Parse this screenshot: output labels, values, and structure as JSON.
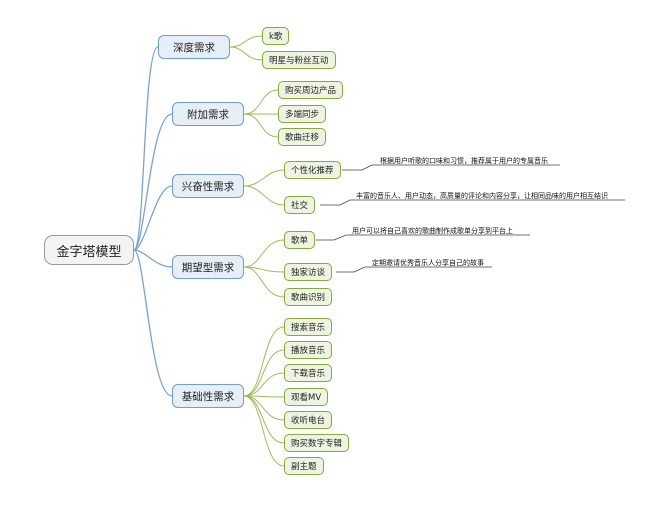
{
  "root": "金字塔模型",
  "branches": [
    {
      "label": "深度需求",
      "items": [
        "k歌",
        "明星与粉丝互动"
      ],
      "notes": [
        "",
        ""
      ]
    },
    {
      "label": "附加需求",
      "items": [
        "购买周边产品",
        "多端同步",
        "歌曲迁移"
      ],
      "notes": [
        "",
        "",
        ""
      ]
    },
    {
      "label": "兴奋性需求",
      "items": [
        "个性化推荐",
        "社交"
      ],
      "notes": [
        "根据用户听歌的口味和习惯，推荐属于用户的专属音乐",
        "丰富的音乐人、用户动态，高质量的评论和内容分享，让相同品味的用户相互结识"
      ]
    },
    {
      "label": "期望型需求",
      "items": [
        "歌单",
        "独家访谈",
        "歌曲识别"
      ],
      "notes": [
        "用户可以将自己喜欢的歌曲制作成歌单分享到平台上",
        "定期邀请优秀音乐人分享自己的故事",
        ""
      ]
    },
    {
      "label": "基础性需求",
      "items": [
        "搜索音乐",
        "播放音乐",
        "下载音乐",
        "观看MV",
        "收听电台",
        "购买数字专辑",
        "副主题"
      ],
      "notes": [
        "",
        "",
        "",
        "",
        "",
        "",
        ""
      ]
    }
  ],
  "colors": {
    "root_border": "#9a9a9a",
    "level1_border": "#6f9ed1",
    "level2_border": "#86a93c"
  }
}
